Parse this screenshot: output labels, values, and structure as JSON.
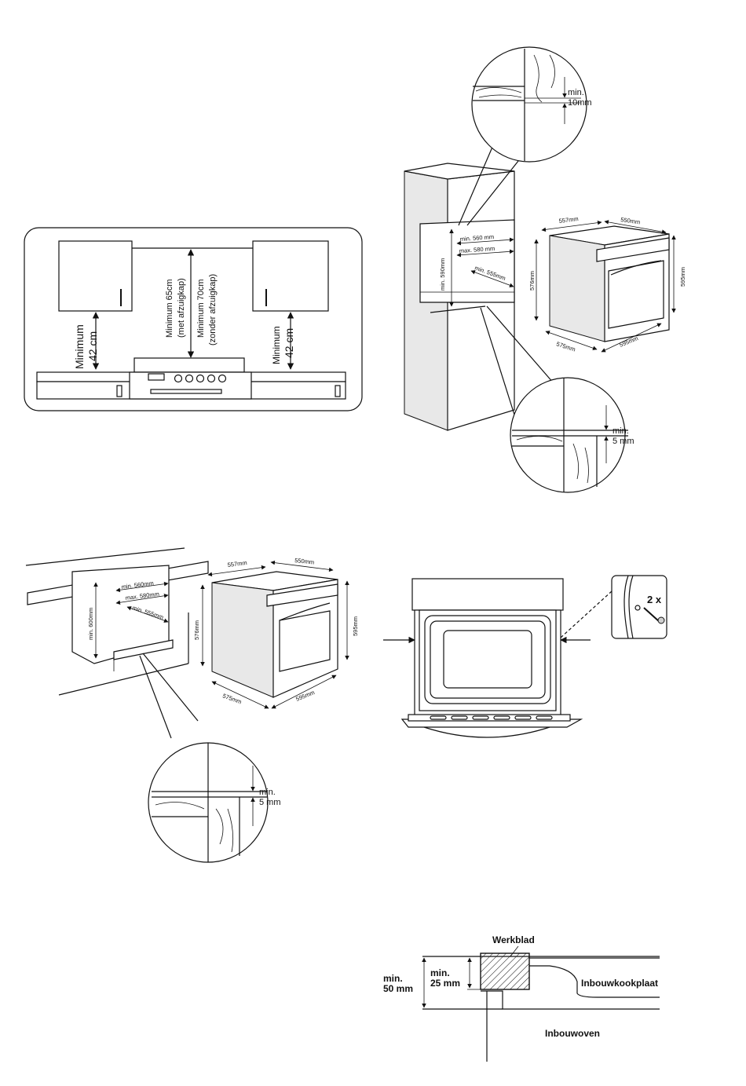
{
  "hood_diagram": {
    "left_min": "Minimum",
    "left_val": "42 cm",
    "right_min": "Minimum",
    "right_val": "42 cm",
    "hood_65_line1": "Minimum 65cm",
    "hood_65_line2": "(met afzuigkap)",
    "hood_70_line1": "Minimum 70cm",
    "hood_70_line2": "(zonder afzuigkap)"
  },
  "tall_cabinet": {
    "top_detail_min": "min.",
    "top_detail_val": "10mm",
    "opening_min_width": "min. 560 mm",
    "opening_max_width": "max. 580 mm",
    "opening_depth": "min. 555mm",
    "opening_height": "min. 590mm",
    "bottom_detail_min": "min.",
    "bottom_detail_val": "5  mm",
    "oven_top_depth": "557mm",
    "oven_top_width": "550mm",
    "oven_front_height": "576mm",
    "oven_total_height": "595mm",
    "oven_bottom_depth": "575mm",
    "oven_bottom_width": "595mm"
  },
  "under_counter": {
    "opening_min_width": "min. 560mm",
    "opening_max_width": "max. 580mm",
    "opening_depth": "min. 555mm",
    "opening_height": "min. 600mm",
    "oven_top_depth": "557mm",
    "oven_top_width": "550mm",
    "oven_front_height": "576mm",
    "oven_total_height": "595mm",
    "oven_bottom_depth": "575mm",
    "oven_bottom_width": "595mm",
    "detail_min": "min.",
    "detail_val": "5  mm"
  },
  "screw_diagram": {
    "count": "2 x"
  },
  "section_diagram": {
    "worktop": "Werkblad",
    "hob": "Inbouwkookplaat",
    "oven": "Inbouwoven",
    "min_a": "min.",
    "val_a": "50 mm",
    "min_b": "min.",
    "val_b": "25 mm"
  }
}
